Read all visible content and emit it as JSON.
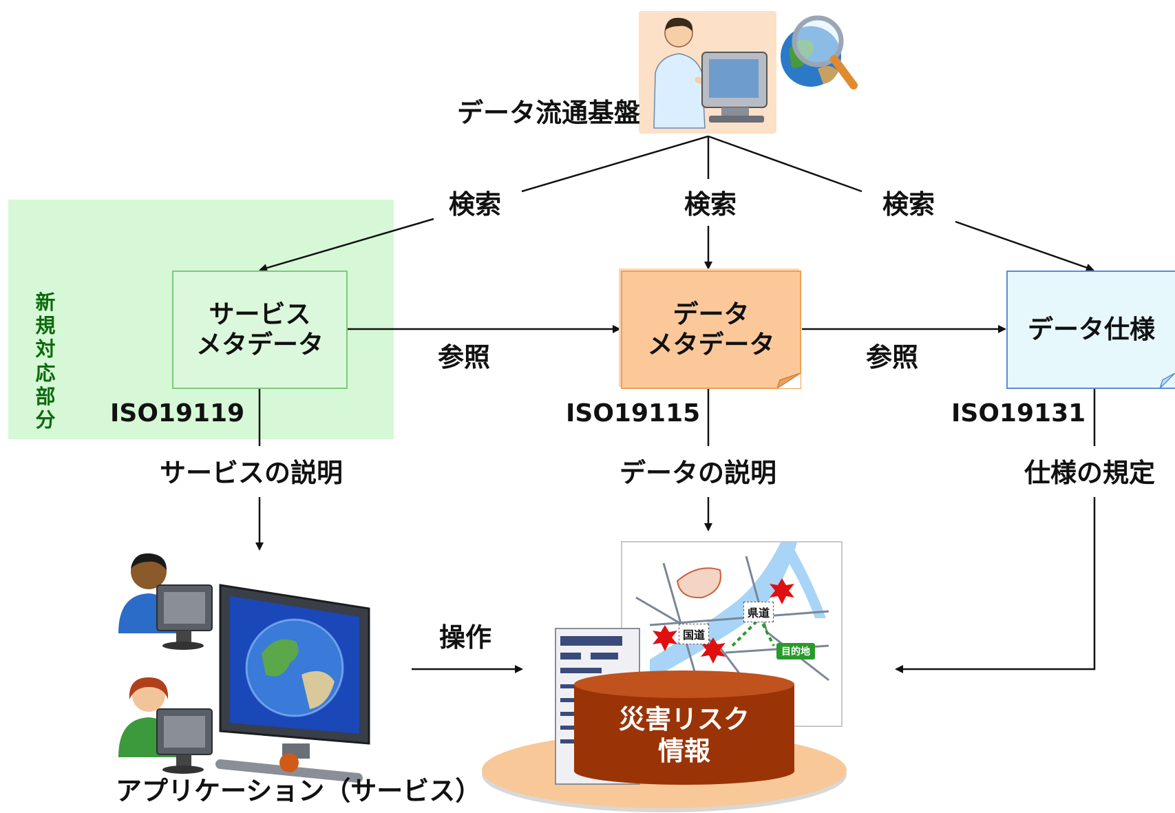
{
  "top": {
    "title": "データ流通基盤"
  },
  "search_labels": [
    "検索",
    "検索",
    "検索"
  ],
  "new_area": {
    "label_chars": [
      "新",
      "規",
      "対",
      "応",
      "部",
      "分"
    ]
  },
  "boxes": {
    "service": {
      "line1": "サービス",
      "line2": "メタデータ",
      "standard": "ISO19119",
      "fill": "#dcf8dc",
      "border": "#7ec87e"
    },
    "data": {
      "line1": "データ",
      "line2": "メタデータ",
      "standard": "ISO19115",
      "fill": "#fcc89a",
      "border": "#f0a050"
    },
    "spec": {
      "line1": "データ仕様",
      "standard": "ISO19131",
      "fill": "#e6f8fc",
      "border": "#5a8ad8"
    }
  },
  "reference_labels": [
    "参照",
    "参照"
  ],
  "descriptions": {
    "service": "サービスの説明",
    "data": "データの説明",
    "spec": "仕様の規定"
  },
  "bottom": {
    "app_label": "アプリケーション（サービス）",
    "operation_label": "操作",
    "database": {
      "line1": "災害リスク",
      "line2": "情報",
      "fill": "#9a3406",
      "platter": "#f8c898"
    },
    "map_labels": {
      "prefectural_road": "県道",
      "national_road": "国道",
      "destination": "目的地"
    }
  }
}
